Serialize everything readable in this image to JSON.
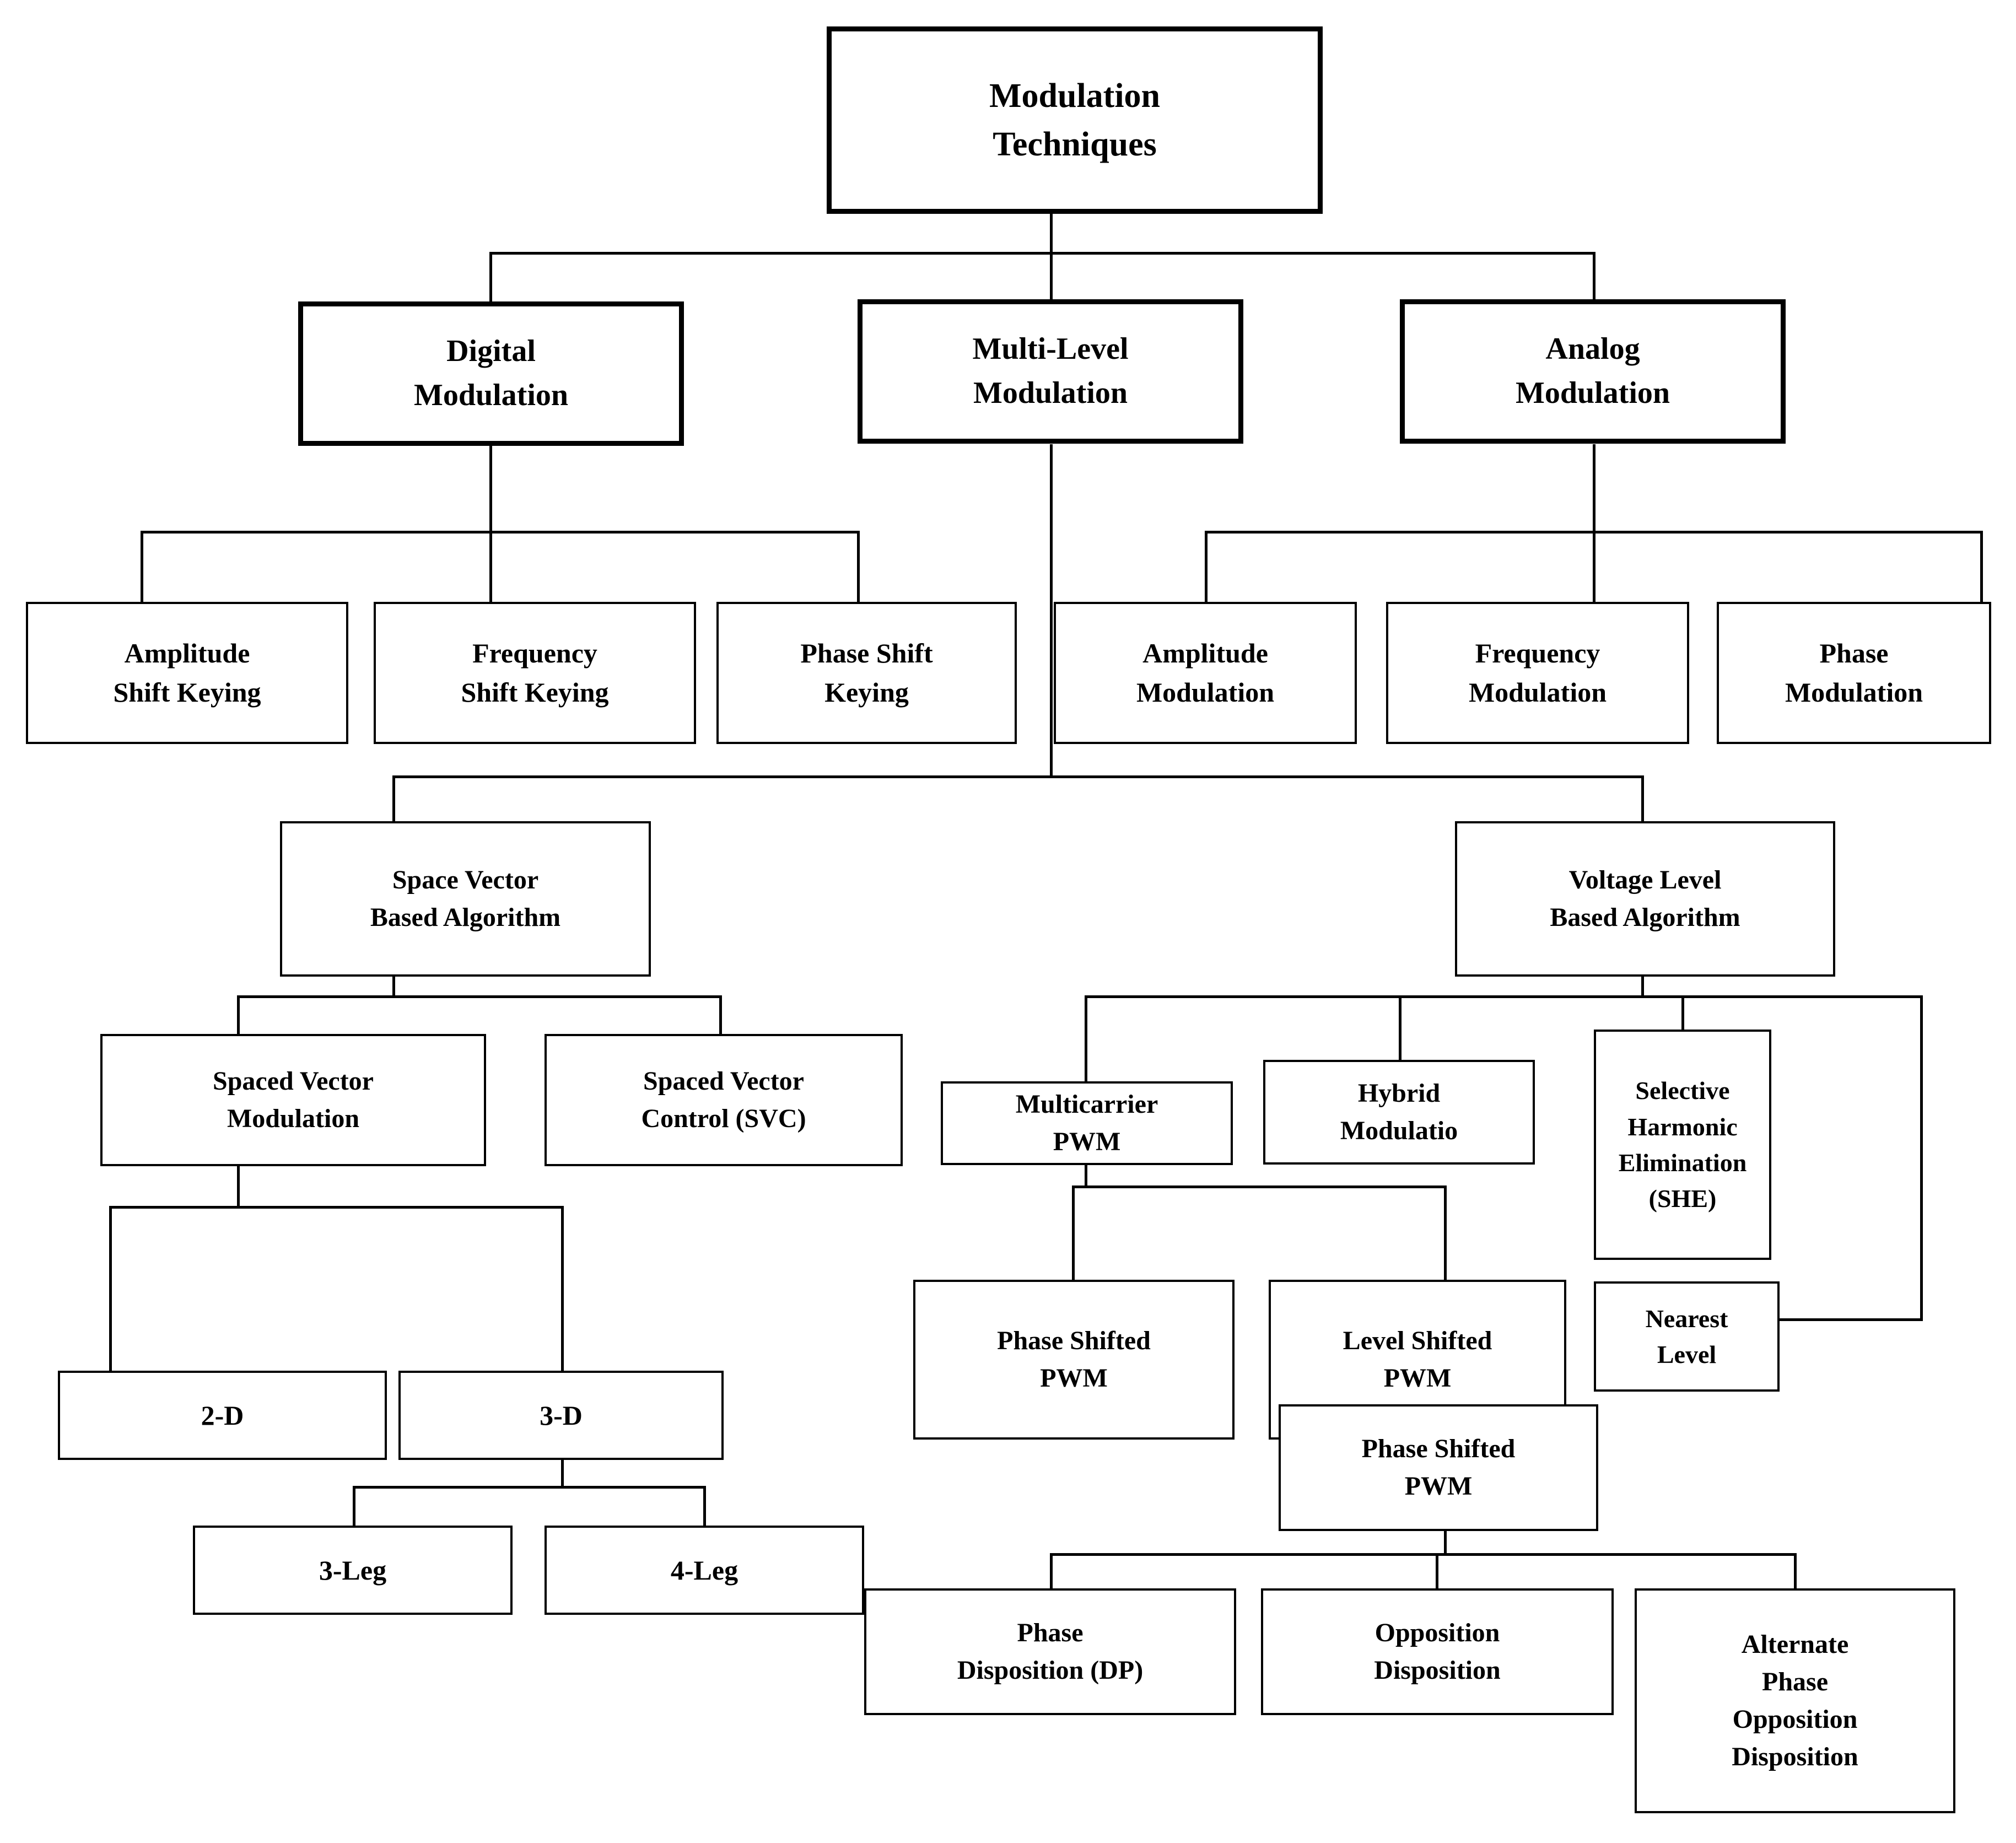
{
  "diagram": {
    "title": "Modulation Techniques Classification Tree",
    "type": "hierarchy-tree",
    "orientation": "top-down",
    "box_fill": "#ffffff",
    "box_stroke": "#000000",
    "connector_color": "#000000",
    "background": "#ffffff"
  },
  "nodes": {
    "root": {
      "line1": "Modulation",
      "line2": "Techniques"
    },
    "digital": {
      "line1": "Digital",
      "line2": "Modulation"
    },
    "multilevel": {
      "line1": "Multi-Level",
      "line2": "Modulation"
    },
    "analog": {
      "line1": "Analog",
      "line2": "Modulation"
    },
    "ask": {
      "line1": "Amplitude",
      "line2": "Shift Keying"
    },
    "fsk": {
      "line1": "Frequency",
      "line2": "Shift Keying"
    },
    "psk": {
      "line1": "Phase Shift",
      "line2": "Keying"
    },
    "am": {
      "line1": "Amplitude",
      "line2": "Modulation"
    },
    "fm": {
      "line1": "Frequency",
      "line2": "Modulation"
    },
    "pm": {
      "line1": "Phase",
      "line2": "Modulation"
    },
    "svba": {
      "line1": "Space Vector",
      "line2": "Based Algorithm"
    },
    "vlba": {
      "line1": "Voltage Level",
      "line2": "Based Algorithm"
    },
    "svm": {
      "line1": "Spaced Vector",
      "line2": "Modulation"
    },
    "svc": {
      "line1": "Spaced Vector",
      "line2": "Control (SVC)"
    },
    "twod": {
      "line1": "2-D"
    },
    "threed": {
      "line1": "3-D"
    },
    "threeleg": {
      "line1": "3-Leg"
    },
    "fourleg": {
      "line1": "4-Leg"
    },
    "mcpwm": {
      "line1": "Multicarrier",
      "line2": "PWM"
    },
    "hybrid": {
      "line1": "Hybrid",
      "line2": "Modulatio"
    },
    "she": {
      "line1": "Selective",
      "line2": "Harmonic",
      "line3": "Elimination",
      "line4": "(SHE)"
    },
    "nearest": {
      "line1": "Nearest",
      "line2": "Level"
    },
    "pspwm_top": {
      "line1": "Phase Shifted",
      "line2": "PWM"
    },
    "lspwm": {
      "line1": "Level Shifted",
      "line2": "PWM"
    },
    "pspwm_bottom": {
      "line1": "Phase Shifted",
      "line2": "PWM"
    },
    "pd": {
      "line1": "Phase",
      "line2": "Disposition (DP)"
    },
    "od": {
      "line1": "Opposition",
      "line2": "Disposition"
    },
    "apod": {
      "line1": "Alternate",
      "line2": "Phase",
      "line3": "Opposition",
      "line4": "Disposition"
    }
  },
  "edges": [
    {
      "from": "root",
      "to": "digital"
    },
    {
      "from": "root",
      "to": "multilevel"
    },
    {
      "from": "root",
      "to": "analog"
    },
    {
      "from": "digital",
      "to": "ask"
    },
    {
      "from": "digital",
      "to": "fsk"
    },
    {
      "from": "digital",
      "to": "psk"
    },
    {
      "from": "analog",
      "to": "am"
    },
    {
      "from": "analog",
      "to": "fm"
    },
    {
      "from": "analog",
      "to": "pm"
    },
    {
      "from": "multilevel",
      "to": "svba"
    },
    {
      "from": "multilevel",
      "to": "vlba"
    },
    {
      "from": "svba",
      "to": "svm"
    },
    {
      "from": "svba",
      "to": "svc"
    },
    {
      "from": "svm",
      "to": "twod"
    },
    {
      "from": "svm",
      "to": "threed"
    },
    {
      "from": "threed",
      "to": "threeleg"
    },
    {
      "from": "threed",
      "to": "fourleg"
    },
    {
      "from": "vlba",
      "to": "mcpwm"
    },
    {
      "from": "vlba",
      "to": "hybrid"
    },
    {
      "from": "vlba",
      "to": "she"
    },
    {
      "from": "vlba",
      "to": "nearest"
    },
    {
      "from": "mcpwm",
      "to": "pspwm_top"
    },
    {
      "from": "mcpwm",
      "to": "lspwm"
    },
    {
      "from": "lspwm",
      "to": "pspwm_bottom"
    },
    {
      "from": "pspwm_bottom",
      "to": "pd"
    },
    {
      "from": "pspwm_bottom",
      "to": "od"
    },
    {
      "from": "pspwm_bottom",
      "to": "apod"
    }
  ]
}
